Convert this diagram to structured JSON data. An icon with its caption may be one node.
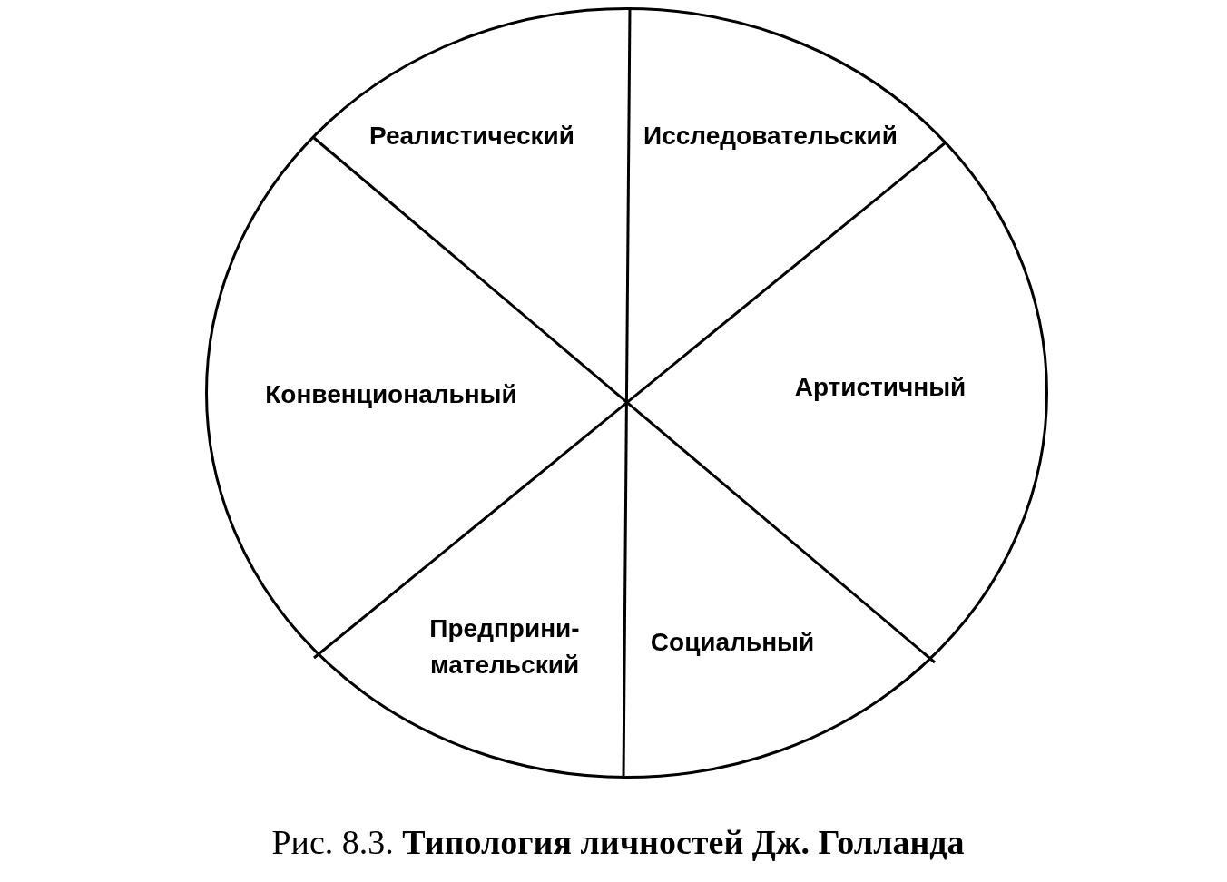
{
  "diagram": {
    "caption": "Рис. 8.3. **Типология личностей Дж. Голланда**",
    "nodes": [
      {
        "text": [
          "Реалистический",
          "Исследовательский",
          "Конвенциональный",
          "Артистичный",
          "Предприни-мательский",
          "Социальный"
        ]
      }
    ]
  }
}
